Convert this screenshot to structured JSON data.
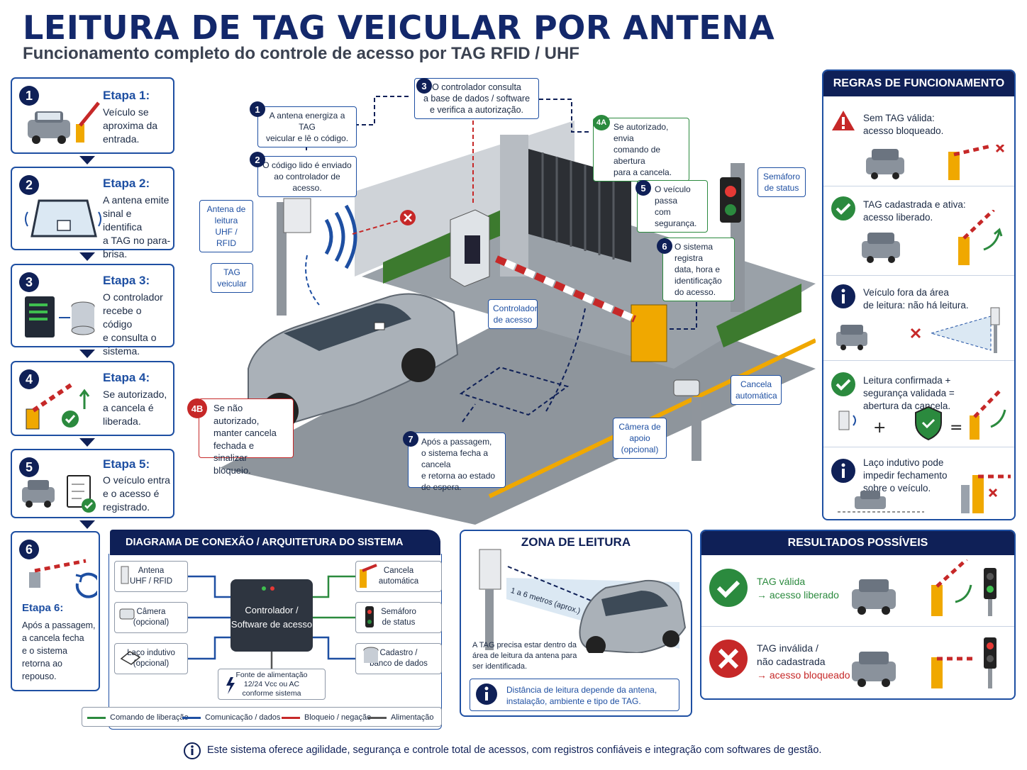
{
  "header": {
    "title": "LEITURA DE TAG VEICULAR POR ANTENA",
    "subtitle": "Funcionamento completo do controle de acesso por TAG RFID / UHF"
  },
  "steps": [
    {
      "num": "1",
      "label": "Etapa 1:",
      "text": [
        "Veículo se",
        "aproxima da",
        "entrada."
      ]
    },
    {
      "num": "2",
      "label": "Etapa 2:",
      "text": [
        "A antena emite",
        "sinal e identifica",
        "a TAG no para-",
        "brisa."
      ]
    },
    {
      "num": "3",
      "label": "Etapa 3:",
      "text": [
        "O controlador",
        "recebe o código",
        "e consulta o",
        "sistema."
      ]
    },
    {
      "num": "4",
      "label": "Etapa 4:",
      "text": [
        "Se autorizado,",
        "a cancela é",
        "liberada."
      ]
    },
    {
      "num": "5",
      "label": "Etapa 5:",
      "text": [
        "O veículo entra",
        "e o acesso é",
        "registrado."
      ]
    },
    {
      "num": "6",
      "label": "Etapa 6:",
      "text": [
        "Após a passagem,",
        "a cancela fecha",
        "e o sistema",
        "retorna ao",
        "repouso."
      ]
    }
  ],
  "scene_callouts": {
    "c1": {
      "num": "1",
      "lines": [
        "A antena energiza a TAG",
        "veicular e lê o código."
      ]
    },
    "c2": {
      "num": "2",
      "lines": [
        "O código lido é enviado",
        "ao controlador de acesso."
      ]
    },
    "c3": {
      "num": "3",
      "lines": [
        "O controlador consulta",
        "a base de dados / software",
        "e verifica a autorização."
      ]
    },
    "c4a": {
      "num": "4A",
      "lines": [
        "Se autorizado, envia",
        "comando de abertura",
        "para a cancela."
      ]
    },
    "c5": {
      "num": "5",
      "lines": [
        "O veículo passa",
        "com segurança."
      ]
    },
    "c6": {
      "num": "6",
      "lines": [
        "O sistema registra",
        "data, hora e",
        "identificação",
        "do acesso."
      ]
    },
    "c4b": {
      "num": "4B",
      "lines": [
        "Se não autorizado,",
        "manter cancela",
        "fechada e sinalizar",
        "bloqueio."
      ]
    },
    "c7": {
      "num": "7",
      "lines": [
        "Após a passagem,",
        "o sistema fecha a cancela",
        "e retorna ao estado",
        "de espera."
      ]
    }
  },
  "scene_labels": {
    "antena": [
      "Antena de",
      "leitura",
      "UHF / RFID"
    ],
    "tag": [
      "TAG",
      "veicular"
    ],
    "controlador": [
      "Controlador",
      "de acesso"
    ],
    "semaforo": [
      "Semáforo",
      "de status"
    ],
    "cancela": [
      "Cancela",
      "automática"
    ],
    "camera": [
      "Câmera de",
      "apoio",
      "(opcional)"
    ]
  },
  "rules": {
    "title": "REGRAS DE FUNCIONAMENTO",
    "items": [
      {
        "icon": "warning-icon",
        "lines": [
          "Sem TAG válida:",
          "acesso bloqueado."
        ]
      },
      {
        "icon": "check-icon",
        "lines": [
          "TAG cadastrada e ativa:",
          "acesso liberado."
        ]
      },
      {
        "icon": "info-icon",
        "lines": [
          "Veículo fora da área",
          "de leitura: não há leitura."
        ]
      },
      {
        "icon": "check-icon",
        "lines": [
          "Leitura confirmada +",
          "segurança validada =",
          "abertura da cancela."
        ]
      },
      {
        "icon": "info-icon",
        "lines": [
          "Laço indutivo pode",
          "impedir fechamento",
          "sobre o veículo."
        ]
      }
    ]
  },
  "diagram": {
    "title": "DIAGRAMA DE CONEXÃO / ARQUITETURA DO SISTEMA",
    "controller": [
      "Controlador /",
      "Software de acesso"
    ],
    "inputs": [
      [
        "Antena",
        "UHF / RFID"
      ],
      [
        "Câmera",
        "(opcional)"
      ],
      [
        "Laço indutivo",
        "(opcional)"
      ]
    ],
    "outputs": [
      [
        "Cancela",
        "automática"
      ],
      [
        "Semáforo",
        "de status"
      ],
      [
        "Cadastro /",
        "banco de dados"
      ]
    ],
    "power": [
      "Fonte de alimentação",
      "12/24 Vcc ou AC",
      "conforme sistema"
    ],
    "legend": [
      "Comando de liberação",
      "Comunicação / dados",
      "Bloqueio / negação",
      "Alimentação"
    ]
  },
  "zone": {
    "title": "ZONA DE LEITURA",
    "distance": "1 a 6 metros (aprox.)",
    "note": [
      "A TAG precisa estar dentro da",
      "área de leitura da antena para",
      "ser identificada."
    ],
    "info": [
      "Distância de leitura depende da antena,",
      "instalação, ambiente e tipo de TAG."
    ]
  },
  "results": {
    "title": "RESULTADOS POSSÍVEIS",
    "valid": [
      "TAG válida",
      "→ acesso liberado"
    ],
    "invalid": [
      "TAG inválida /",
      "não cadastrada",
      "→ acesso bloqueado"
    ]
  },
  "footer": "Este sistema oferece agilidade, segurança e controle total de acessos, com registros confiáveis e integração com softwares de gestão.",
  "colors": {
    "navy": "#0f2057",
    "blue": "#1e4fa2",
    "green": "#2b8a3e",
    "red": "#c62828",
    "yellow": "#f0a800"
  }
}
